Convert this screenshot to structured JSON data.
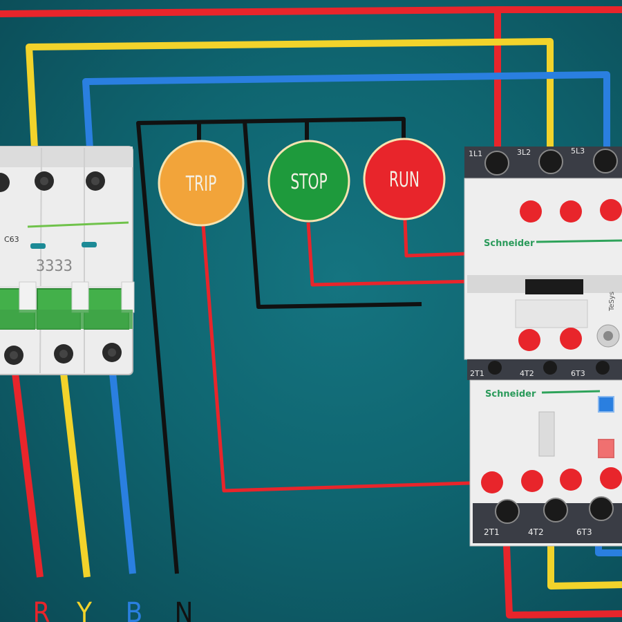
{
  "buttons": {
    "trip": {
      "label": "TRIP",
      "color": "#f2a43a"
    },
    "stop": {
      "label": "STOP",
      "color": "#1e9a3c"
    },
    "run": {
      "label": "RUN",
      "color": "#e8252b"
    }
  },
  "phases": {
    "r": "R",
    "y": "Y",
    "b": "B",
    "n": "N"
  },
  "mcb": {
    "rating": "C63",
    "code": "3333"
  },
  "contactor": {
    "brand": "Schneider",
    "top_terminals": [
      "1L1",
      "3L2",
      "5L3"
    ],
    "bottom_terminals": [
      "2T1",
      "4T2",
      "6T3"
    ],
    "model": "TeSys"
  },
  "overload_relay": {
    "brand": "Schneider",
    "bottom_terminals": [
      "2T1",
      "4T2",
      "6T3"
    ]
  },
  "colors": {
    "background": "#0f6570",
    "red": "#e8252b",
    "yellow": "#f2d32b",
    "blue": "#2a7fe0",
    "black": "#111111",
    "dot": "#e8252b"
  }
}
